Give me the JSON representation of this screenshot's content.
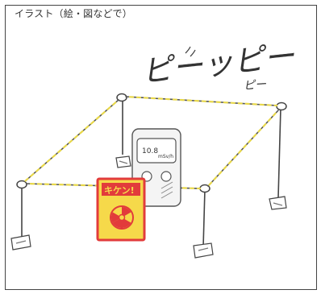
{
  "header": {
    "label": "イラスト（絵・図などで）"
  },
  "sketch": {
    "sound_text_main": "ピーッピー",
    "sound_text_small": "ピー",
    "device_reading": "10.8",
    "device_unit": "mSv/h",
    "sign_text": "キケン!",
    "colors": {
      "rope_yellow": "#e8d84a",
      "rope_dark": "#555555",
      "sign_red": "#e23b3b",
      "sign_yellow": "#f6d94a",
      "pencil": "#444444"
    }
  }
}
